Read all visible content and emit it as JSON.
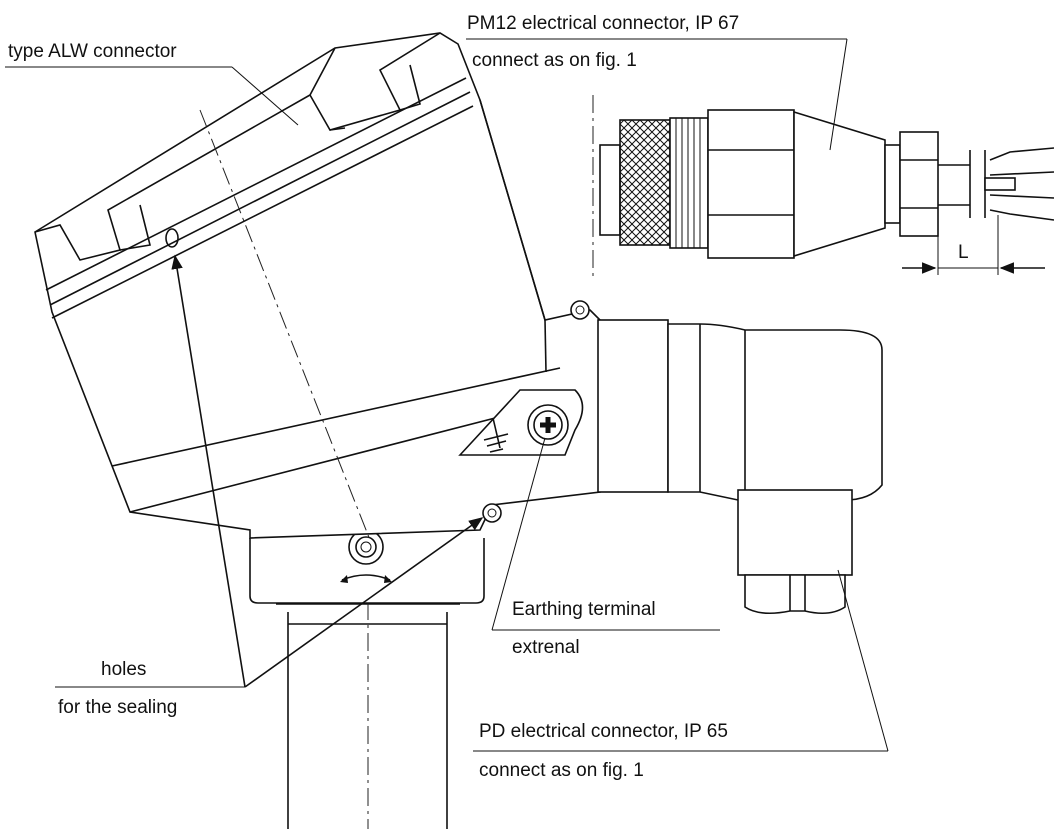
{
  "labels": {
    "alw": "type ALW connector",
    "pm12_title": "PM12 electrical connector, IP 67",
    "pm12_sub": "connect as on fig. 1",
    "L": "L",
    "earth_1": "Earthing terminal",
    "earth_2": "extrenal",
    "holes_1": "holes",
    "holes_2": "for the sealing",
    "pd_title": "PD electrical connector, IP 65",
    "pd_sub": "connect as on fig. 1"
  }
}
